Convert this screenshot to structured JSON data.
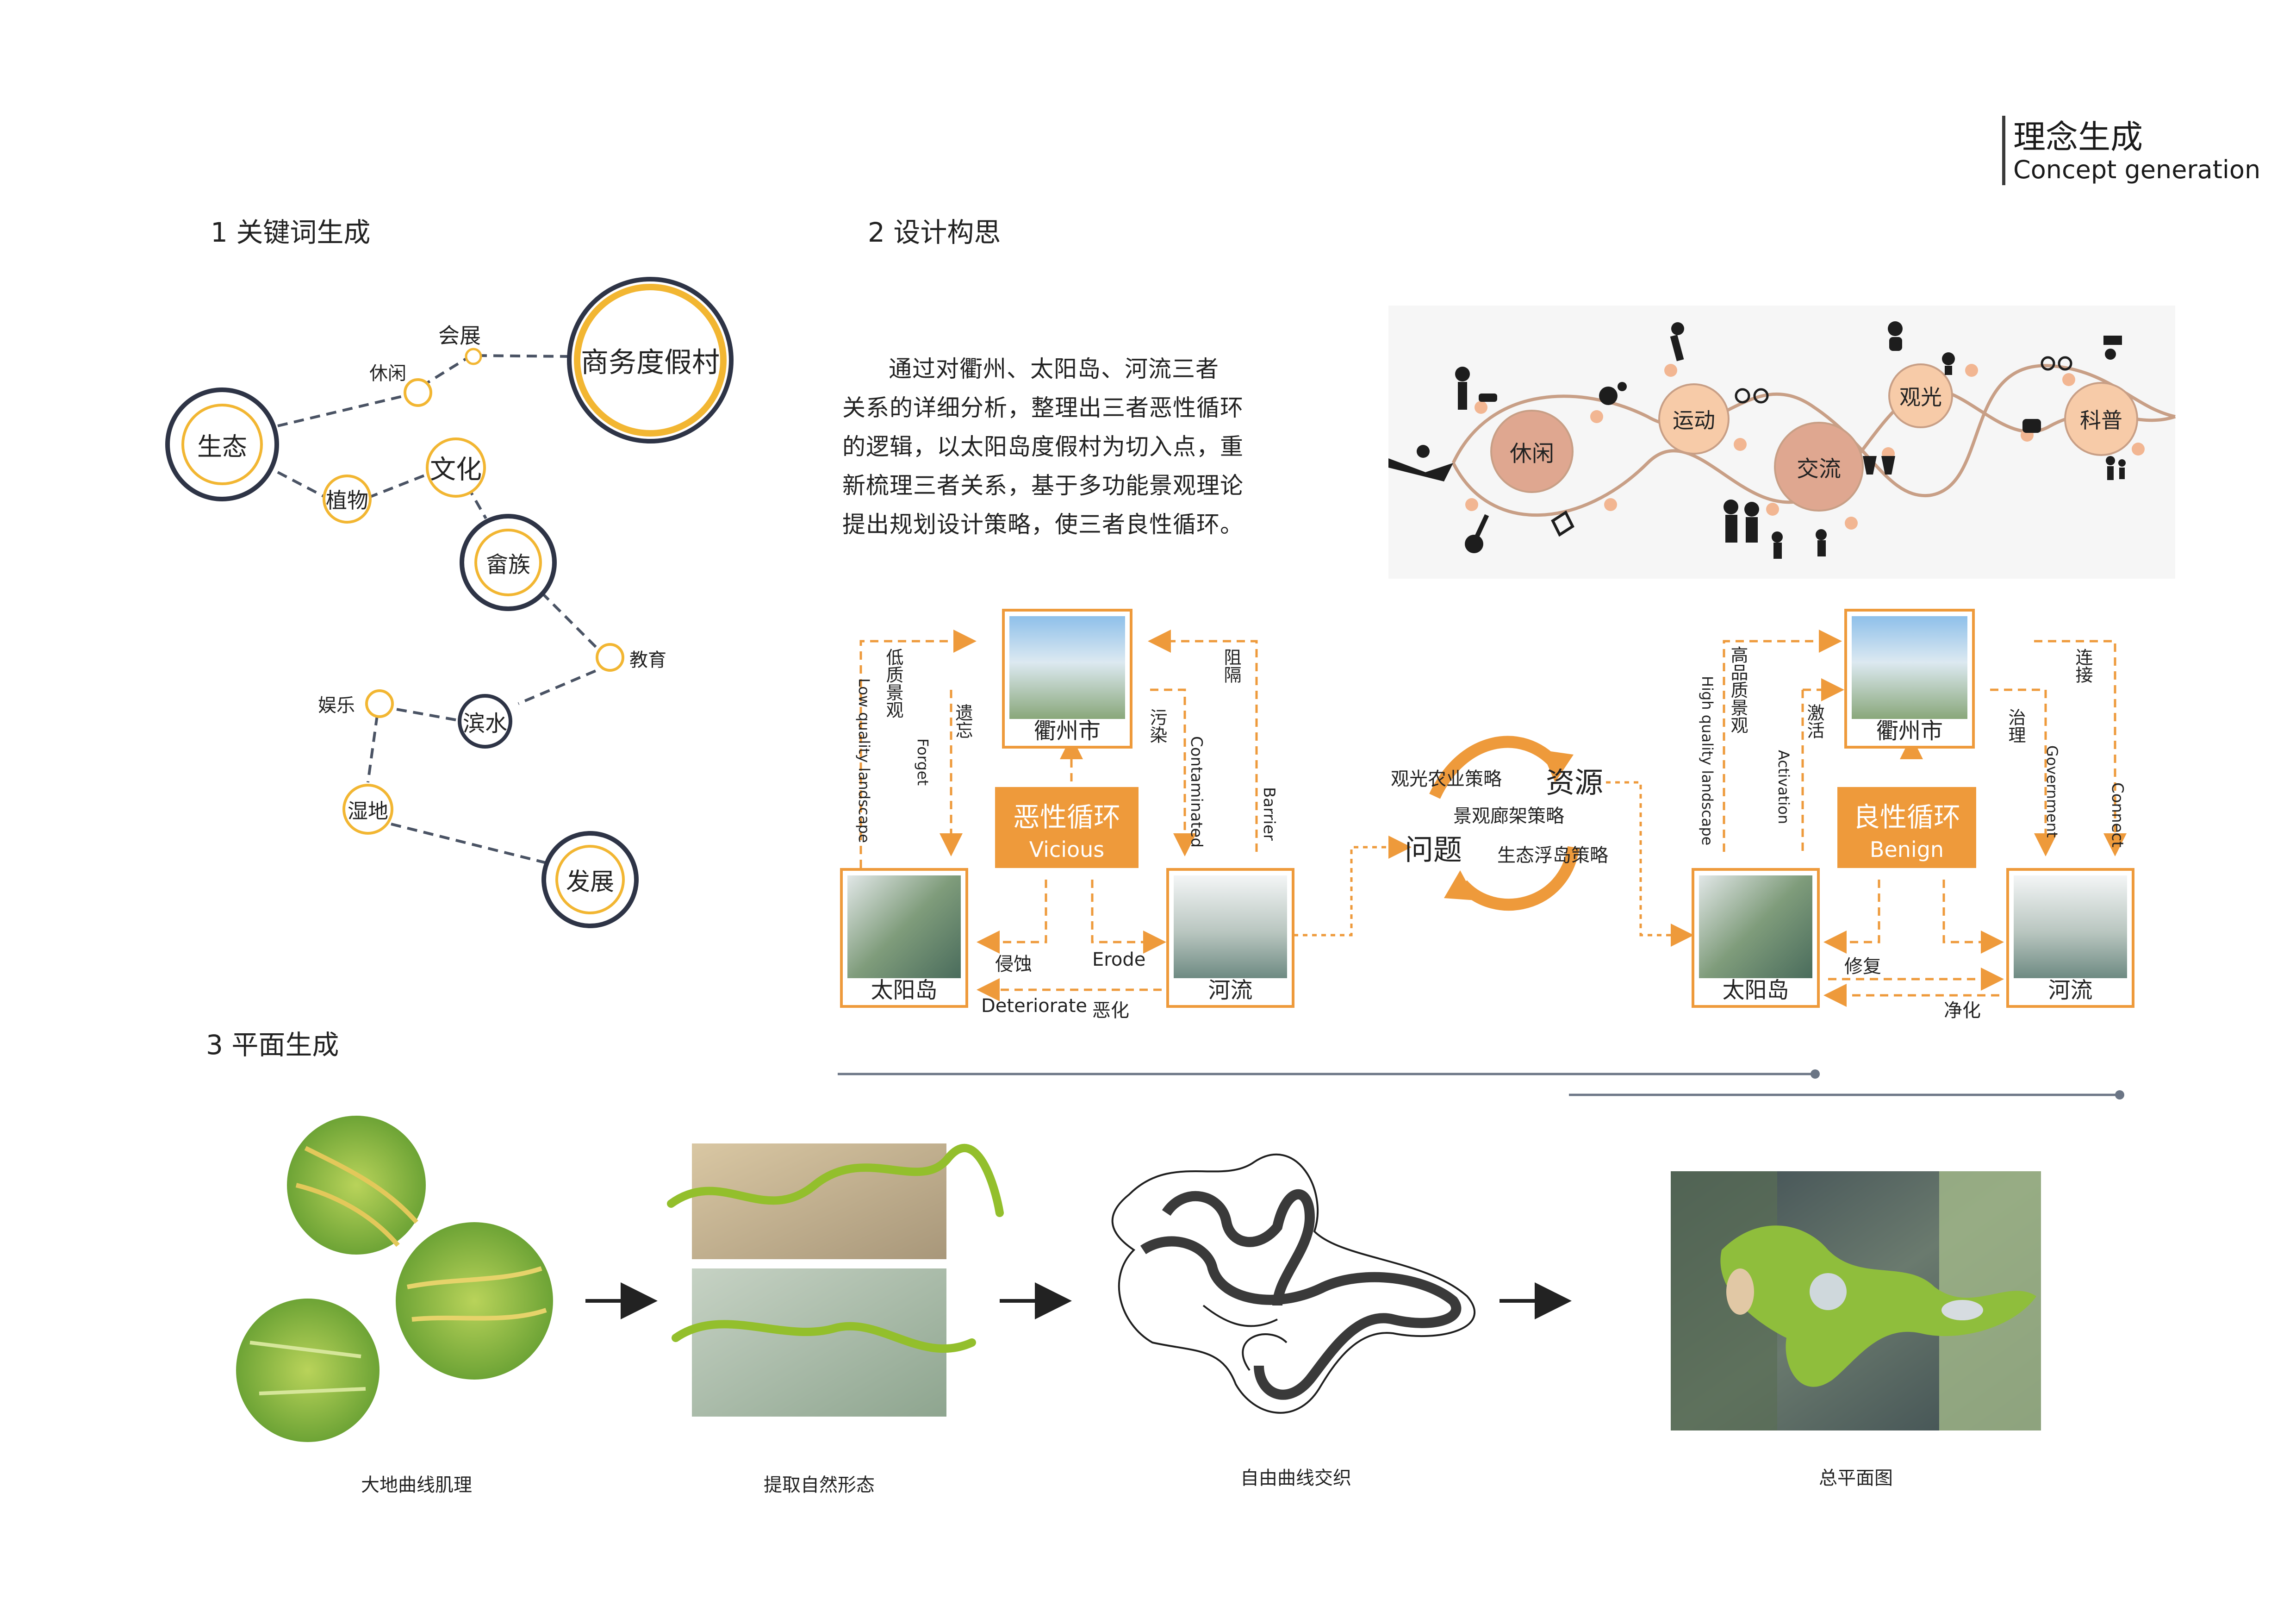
{
  "header": {
    "title_cn": "理念生成",
    "title_en": "Concept generation"
  },
  "section1": {
    "title": "1 关键词生成",
    "keywords": {
      "ecology": "生态",
      "leisure": "休闲",
      "exhibition": "会展",
      "resort": "商务度假村",
      "plants": "植物",
      "culture": "文化",
      "ethnic": "畲族",
      "education": "教育",
      "entertainment": "娱乐",
      "waterfront": "滨水",
      "wetland": "湿地",
      "development": "发展"
    }
  },
  "section2": {
    "title": "2 设计构思",
    "paragraph_lines": [
      "通过对衢州、太阳岛、河流三者",
      "关系的详细分析，整理出三者恶性循环",
      "的逻辑，以太阳岛度假村为切入点，重",
      "新梳理三者关系，基于多功能景观理论",
      "提出规划设计策略，使三者良性循环。"
    ],
    "functions": {
      "leisure": "休闲",
      "sport": "运动",
      "exchange": "交流",
      "sightseeing": "观光",
      "science": "科普"
    },
    "vicious": {
      "center_cn": "恶性循环",
      "center_en": "Vicious",
      "city": "衢州市",
      "island": "太阳岛",
      "river": "河流",
      "low_quality_cn": "低质景观",
      "low_quality_en": "Low quality landscape",
      "forget_cn": "遗忘",
      "forget_en": "Forget",
      "pollute_cn": "污染",
      "pollute_en": "Contaminated",
      "barrier_cn": "阻隔",
      "barrier_en": "Barrier",
      "erode_cn": "侵蚀",
      "erode_en": "Erode",
      "deteriorate_en": "Deteriorate",
      "deteriorate_cn": "恶化"
    },
    "strategy": {
      "resource": "资源",
      "problem": "问题",
      "s1": "观光农业策略",
      "s2": "景观廊架策略",
      "s3": "生态浮岛策略"
    },
    "benign": {
      "center_cn": "良性循环",
      "center_en": "Benign",
      "city": "衢州市",
      "island": "太阳岛",
      "river": "河流",
      "high_quality_cn": "高品质景观",
      "high_quality_en": "High quality landscape",
      "activate_cn": "激活",
      "activate_en": "Activation",
      "govern_cn": "治理",
      "govern_en": "Government",
      "connect_cn": "连接",
      "connect_en": "Connect",
      "repair_cn": "修复",
      "purify_cn": "净化"
    }
  },
  "section3": {
    "title": "3 平面生成",
    "captions": [
      "大地曲线肌理",
      "提取自然形态",
      "自由曲线交织",
      "总平面图"
    ]
  },
  "colors": {
    "accent": "#ee9a3b",
    "ring_dark": "#2e3446",
    "ring_yellow": "#f2b632",
    "peach": "#f7cba8",
    "rose": "#dfa790",
    "line_gray": "#6b7585"
  }
}
